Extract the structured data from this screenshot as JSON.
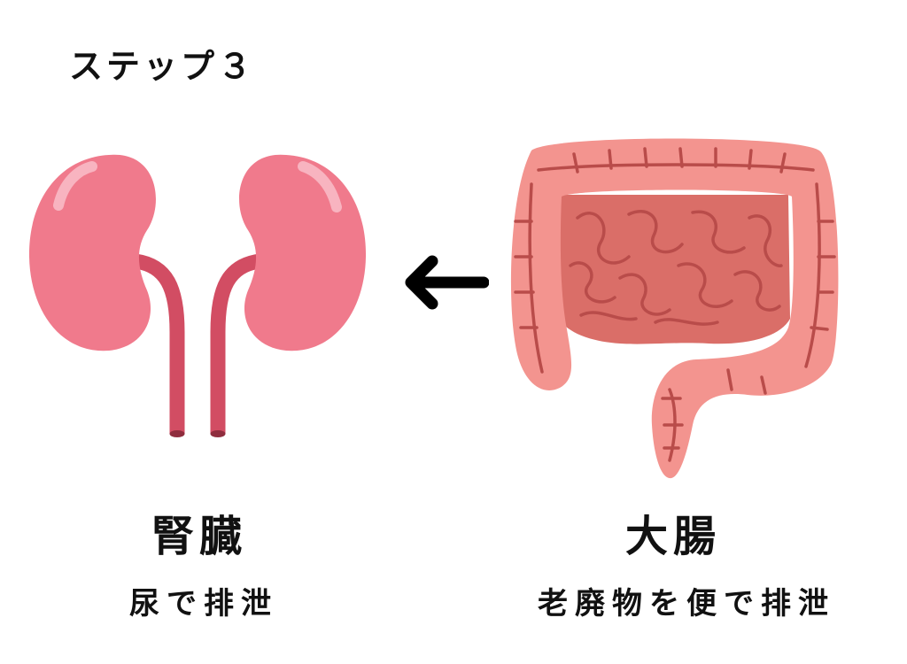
{
  "step": {
    "title": "ステップ３"
  },
  "kidney": {
    "name": "腎臓",
    "description": "尿で排泄",
    "icon": "kidneys-icon"
  },
  "intestine": {
    "name": "大腸",
    "description": "老廃物を便で排泄",
    "icon": "large-intestine-icon"
  },
  "flow_arrow": {
    "icon": "arrow-left-icon"
  },
  "colors": {
    "kidney_fill": "#F07A8C",
    "kidney_highlight": "#F8B4C0",
    "ureter": "#D24D63",
    "intestine_outer": "#F3948F",
    "intestine_inner": "#DA6E68",
    "intestine_line": "#B94C4A",
    "arrow": "#000000",
    "text": "#111111"
  }
}
